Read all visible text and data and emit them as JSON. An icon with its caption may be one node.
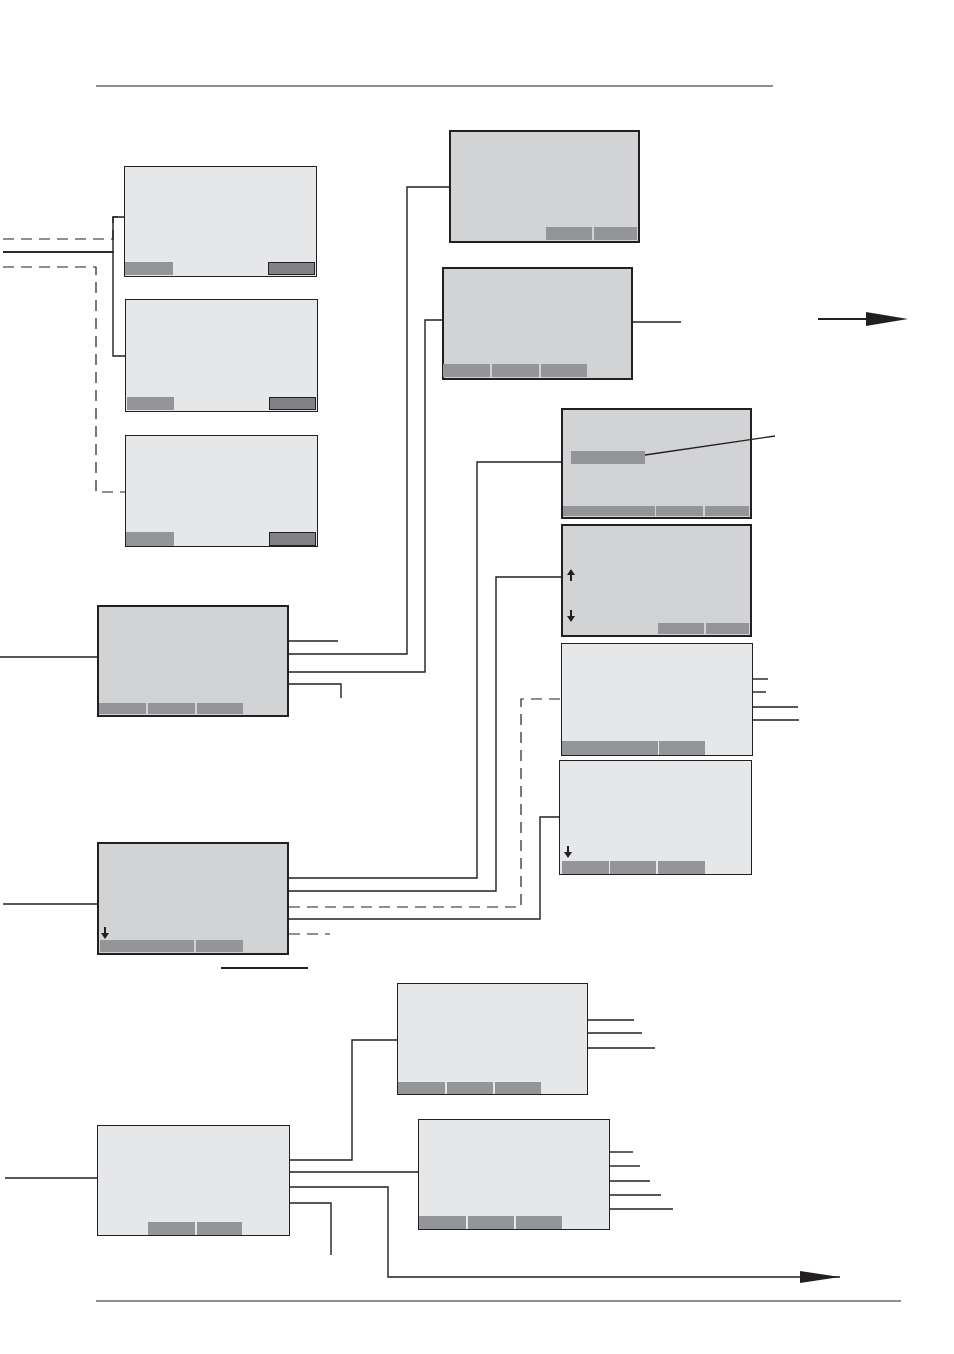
{
  "diagram": {
    "nodes": [
      {
        "text": [],
        "shape": "box"
      },
      {
        "text": [],
        "shape": "bar",
        "in": 0
      },
      {
        "text": [],
        "shape": "bar",
        "in": 0
      },
      {
        "text": [],
        "shape": "box"
      },
      {
        "text": [],
        "shape": "bar",
        "in": 3
      },
      {
        "text": [],
        "shape": "bar",
        "in": 3
      },
      {
        "text": [],
        "shape": "box"
      },
      {
        "text": [],
        "shape": "bar",
        "in": 6
      },
      {
        "text": [],
        "shape": "bar",
        "in": 6
      },
      {
        "text": [],
        "shape": "bar",
        "in": 6
      },
      {
        "text": [],
        "shape": "box"
      },
      {
        "text": [],
        "shape": "bar",
        "in": 10
      },
      {
        "text": [],
        "shape": "bar",
        "in": 10
      },
      {
        "text": [],
        "shape": "box"
      },
      {
        "text": [],
        "shape": "bar",
        "in": 13
      },
      {
        "text": [],
        "shape": "bar",
        "in": 13
      },
      {
        "text": [],
        "shape": "bar",
        "in": 13
      },
      {
        "text": [],
        "shape": "bar",
        "in": 13
      },
      {
        "text": [],
        "shape": "box"
      },
      {
        "text": [],
        "shape": "bar",
        "in": 18
      },
      {
        "text": [],
        "shape": "bar",
        "in": 18
      },
      {
        "text": [],
        "shape": "box"
      },
      {
        "text": [],
        "shape": "bar",
        "in": 21
      },
      {
        "text": [],
        "shape": "bar",
        "in": 21
      },
      {
        "text": [],
        "shape": "box"
      },
      {
        "text": [],
        "shape": "bar",
        "in": 24
      },
      {
        "text": [],
        "shape": "bar",
        "in": 24
      },
      {
        "text": [],
        "shape": "bar",
        "in": 24
      },
      {
        "text": [],
        "shape": "box"
      },
      {
        "text": [],
        "shape": "bar",
        "in": 28
      },
      {
        "text": [],
        "shape": "bar",
        "in": 28
      },
      {
        "text": [],
        "shape": "box"
      },
      {
        "text": [],
        "shape": "bar",
        "in": 31
      },
      {
        "text": [],
        "shape": "bar",
        "in": 31
      },
      {
        "text": [],
        "shape": "bar",
        "in": 31
      },
      {
        "text": [],
        "shape": "box"
      },
      {
        "text": [],
        "shape": "bar",
        "in": 35
      },
      {
        "text": [],
        "shape": "bar",
        "in": 35
      },
      {
        "text": [],
        "shape": "box"
      },
      {
        "text": [],
        "shape": "bar",
        "in": 38
      },
      {
        "text": [],
        "shape": "bar",
        "in": 38
      },
      {
        "text": [],
        "shape": "bar",
        "in": 38
      },
      {
        "text": [],
        "shape": "box"
      },
      {
        "text": [],
        "shape": "bar",
        "in": 42
      },
      {
        "text": [],
        "shape": "bar",
        "in": 42
      },
      {
        "text": [],
        "shape": "bar",
        "in": 42
      },
      {
        "text": [],
        "shape": "box"
      },
      {
        "text": [],
        "shape": "bar",
        "in": 46
      },
      {
        "text": [],
        "shape": "bar",
        "in": 46
      }
    ],
    "edges": [
      {
        "from": null,
        "to": 3,
        "arrow": "none"
      },
      {
        "from": null,
        "to": 10,
        "arrow": "none"
      },
      {
        "from": null,
        "to": 3,
        "arrow": "none",
        "style": "dashed"
      },
      {
        "from": null,
        "to": 18,
        "arrow": "none",
        "style": "dashed"
      },
      {
        "from": null,
        "to": 24,
        "arrow": "none"
      },
      {
        "from": 24,
        "to": null,
        "arrow": "none"
      },
      {
        "from": 24,
        "to": 0,
        "arrow": "none"
      },
      {
        "from": 24,
        "to": 6,
        "arrow": "none"
      },
      {
        "from": 24,
        "to": null,
        "arrow": "none"
      },
      {
        "from": 6,
        "to": null,
        "arrow": "none"
      },
      {
        "from": null,
        "to": 14,
        "arrow": "none"
      },
      {
        "from": 35,
        "to": 13,
        "arrow": "none"
      },
      {
        "from": 35,
        "to": 21,
        "arrow": "none"
      },
      {
        "from": 35,
        "to": 28,
        "arrow": "none",
        "style": "dashed"
      },
      {
        "from": 35,
        "to": 31,
        "arrow": "none"
      },
      {
        "from": 35,
        "to": null,
        "arrow": "none",
        "style": "dashed"
      },
      {
        "from": null,
        "to": 35,
        "arrow": "none"
      },
      {
        "from": 28,
        "to": null,
        "arrow": "none"
      },
      {
        "from": 28,
        "to": null,
        "arrow": "none"
      },
      {
        "from": 28,
        "to": null,
        "arrow": "none"
      },
      {
        "from": 28,
        "to": null,
        "arrow": "none"
      },
      {
        "from": null,
        "to": 46,
        "arrow": "none"
      },
      {
        "from": 46,
        "to": 38,
        "arrow": "none"
      },
      {
        "from": 46,
        "to": 42,
        "arrow": "none"
      },
      {
        "from": 46,
        "to": null,
        "arrow": "to"
      },
      {
        "from": 46,
        "to": null,
        "arrow": "none"
      },
      {
        "from": 38,
        "to": null,
        "arrow": "none"
      },
      {
        "from": 38,
        "to": null,
        "arrow": "none"
      },
      {
        "from": 38,
        "to": null,
        "arrow": "none"
      },
      {
        "from": 42,
        "to": null,
        "arrow": "none"
      },
      {
        "from": 42,
        "to": null,
        "arrow": "none"
      },
      {
        "from": 42,
        "to": null,
        "arrow": "none"
      },
      {
        "from": 42,
        "to": null,
        "arrow": "none"
      },
      {
        "from": 42,
        "to": null,
        "arrow": "none"
      }
    ]
  }
}
